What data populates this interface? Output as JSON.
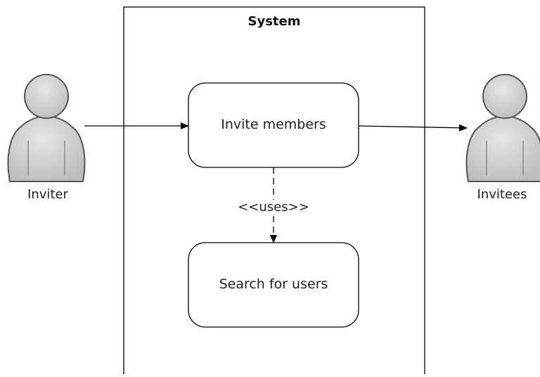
{
  "diagram": {
    "system": {
      "title": "System"
    },
    "actors": {
      "inviter": "Inviter",
      "invitees": "Invitees"
    },
    "use_cases": {
      "invite_members": "Invite members",
      "search_for_users": "Search for users"
    },
    "relationships": {
      "uses_stereotype": "<<uses>>"
    },
    "colors": {
      "actor_fill": "#c8c8c8",
      "actor_stroke": "#555555",
      "line": "#000000"
    }
  }
}
